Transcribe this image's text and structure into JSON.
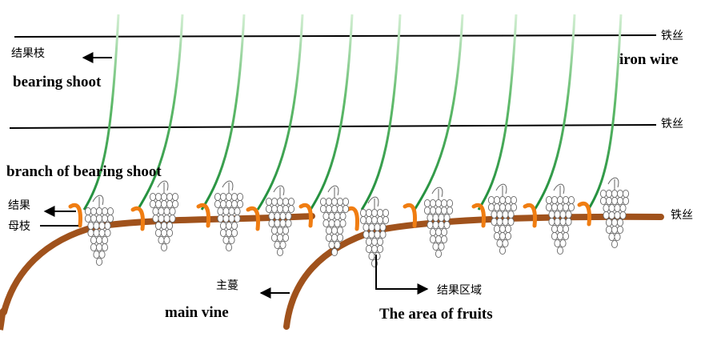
{
  "labels": {
    "bearing_shoot_cn": "结果枝",
    "bearing_shoot_en": "bearing shoot",
    "branch_en": "branch of bearing shoot",
    "mother_branch_cn_line1": "结果",
    "mother_branch_cn_line2": "母枝",
    "iron_wire_cn_top": "铁丝",
    "iron_wire_cn_mid": "铁丝",
    "iron_wire_cn_low": "铁丝",
    "iron_wire_en": "iron wire",
    "main_vine_cn": "主蔓",
    "main_vine_en": "main vine",
    "fruit_area_cn": "结果区域",
    "fruit_area_en": "The area of fruits"
  },
  "colors": {
    "wire": "#000000",
    "vine": "#a0521c",
    "spur": "#f07d12",
    "shoot": "#1e8c3a",
    "shoot_fade": "#cfeccf",
    "grape": "#666666"
  }
}
